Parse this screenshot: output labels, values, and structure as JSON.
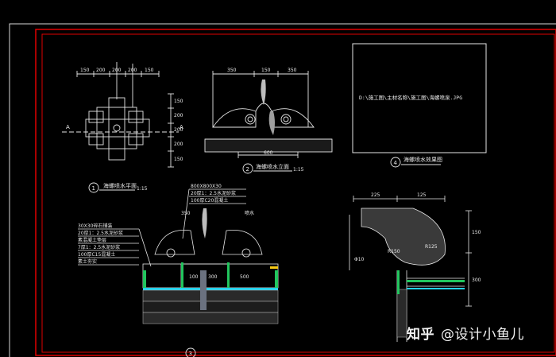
{
  "drawing": {
    "label_plan_view": "海螺喷水平面",
    "label_elevation": "海螺喷水立面",
    "label_effect": "海螺喷水效果图",
    "label_section_title": "喷水",
    "image_path": "D:\\施工图\\主材名称\\施工图\\海螺喷泉.JPG",
    "scale_1": "1:15",
    "scale_2": "1:15",
    "circle_1": "1",
    "circle_2": "2",
    "circle_3": "3",
    "circle_4": "4",
    "plan_dims_top": [
      "150",
      "200",
      "200",
      "200",
      "150"
    ],
    "plan_dims_right": [
      "150",
      "200",
      "200",
      "200",
      "150"
    ],
    "elev_dims_top": [
      "350",
      "150",
      "350"
    ],
    "elev_dim_bottom": "600",
    "section_A_left": "A",
    "section_A_right": "A",
    "layers": [
      "30X30碎石铺装",
      "20厚1：2.5水泥砂浆",
      "素混凝土垫层",
      "7厚1：2.5水泥砂浆",
      "100厚C15混凝土",
      "素土夯实"
    ],
    "section_top_notes": [
      "800X800X30",
      "20厚1：2.5水泥砂浆",
      "100厚C20混凝土"
    ],
    "detail_dims": [
      "225",
      "125",
      "150",
      "300",
      "R125",
      "R150",
      "Φ10"
    ],
    "section_dims": [
      "350",
      "100",
      "300",
      "500"
    ]
  },
  "watermark": {
    "logo": "知乎",
    "text": "@设计小鱼儿"
  }
}
